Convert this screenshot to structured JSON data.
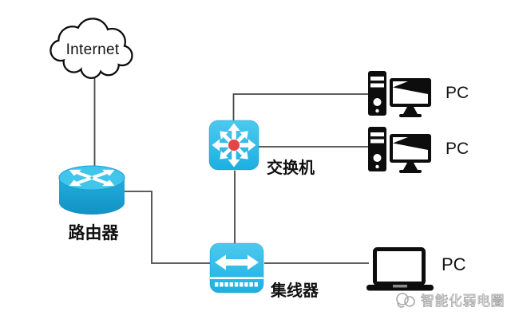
{
  "nodes": {
    "internet": {
      "label": "Internet"
    },
    "router": {
      "label": "路由器"
    },
    "switch": {
      "label": "交换机"
    },
    "hub": {
      "label": "集线器"
    },
    "pc_top": {
      "label": "PC"
    },
    "pc_middle": {
      "label": "PC"
    },
    "pc_bottom": {
      "label": "PC"
    }
  },
  "watermark": {
    "text": "智能化弱电圈"
  },
  "colors": {
    "device_cyan": "#29b7e8",
    "device_cyan_light": "#4fcbf0",
    "device_cyan_dark": "#189fd6",
    "router_top": "#3fc6ea",
    "router_body": "#1aa3d4",
    "switch_dot_red": "#e34646",
    "connector_gray": "#474747",
    "icon_black": "#0d0d0d",
    "label_black": "#111111",
    "watermark_gray": "#a3a3a3"
  }
}
